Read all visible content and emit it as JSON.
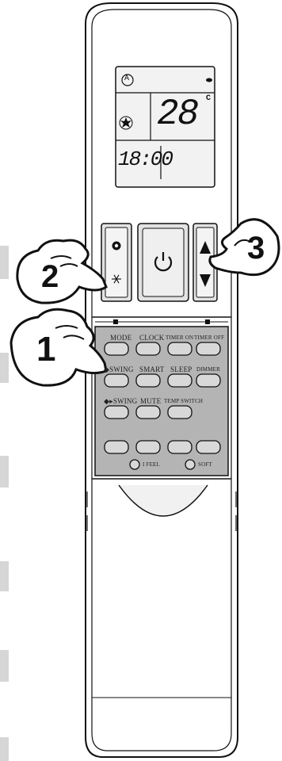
{
  "colors": {
    "line": "#111111",
    "body_fill": "#ffffff",
    "lcd_fill": "#f2f2f2",
    "keypad_fill": "#b4b4b4",
    "button_fill": "#d8d8d8",
    "side_marks": "#d6d6d6"
  },
  "display": {
    "auto_symbol": "A",
    "temperature": "28",
    "unit": "C",
    "time": "18:00",
    "fan_icon": "fan-icon",
    "signal_icon": "signal-icon"
  },
  "top_controls": {
    "left_icon_top": "eco-icon",
    "left_icon_bottom": "snowflake-icon",
    "power_icon": "power-icon",
    "temp_up_icon": "up-arrow-icon",
    "temp_down_icon": "down-arrow-icon"
  },
  "callouts": [
    {
      "number": "1"
    },
    {
      "number": "2"
    },
    {
      "number": "3"
    }
  ],
  "keypad": {
    "row1": [
      "MODE",
      "CLOCK",
      "TIMER ON",
      "TIMER OFF"
    ],
    "row2": [
      "◆SWING",
      "SMART",
      "SLEEP",
      "DIMMER"
    ],
    "row3": [
      "◆▸SWING",
      "MUTE",
      "TEMP SWITCH"
    ],
    "bottom_labels": [
      "I FEEL",
      "SOFT"
    ]
  }
}
